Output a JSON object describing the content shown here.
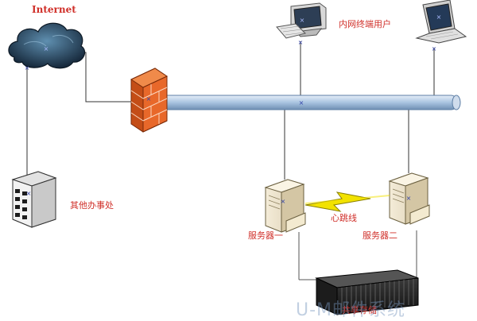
{
  "labels": {
    "internet": "Internet",
    "lan_users": "内网终端用户",
    "other_office": "其他办事处",
    "server1": "服务器一",
    "server2": "服务器二",
    "heartbeat": "心跳线",
    "shared_storage": "共享存储"
  },
  "watermark": "U-M邮件系统",
  "icons": {
    "cloud": "cloud-icon",
    "firewall": "firewall-icon",
    "desktop": "desktop-computer-icon",
    "laptop": "laptop-icon",
    "office_server": "building-server-icon",
    "server": "server-tower-icon",
    "lightning": "lightning-icon",
    "storage": "storage-array-icon"
  },
  "colors": {
    "label_red": "#d0302a",
    "backbone_blue": "#a9c4e0",
    "firewall_orange": "#e8682a",
    "heartbeat_yellow": "#f2e200"
  }
}
